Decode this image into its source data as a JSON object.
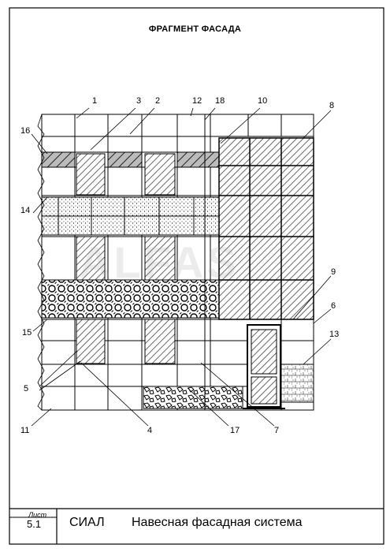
{
  "drawing": {
    "title": "ФРАГМЕНТ ФАСАДА",
    "watermark": "ALFAS",
    "callouts": [
      "1",
      "2",
      "3",
      "4",
      "5",
      "6",
      "7",
      "8",
      "9",
      "10",
      "11",
      "12",
      "13",
      "14",
      "15",
      "16",
      "17",
      "18"
    ]
  },
  "stamp": {
    "sheet_label": "Лист",
    "sheet_number": "5.1",
    "organization": "СИАЛ",
    "drawing_name": "Навесная фасадная система"
  },
  "colors": {
    "line": "#000000",
    "glass": "#7a7a7a",
    "pattern": "#555555"
  }
}
